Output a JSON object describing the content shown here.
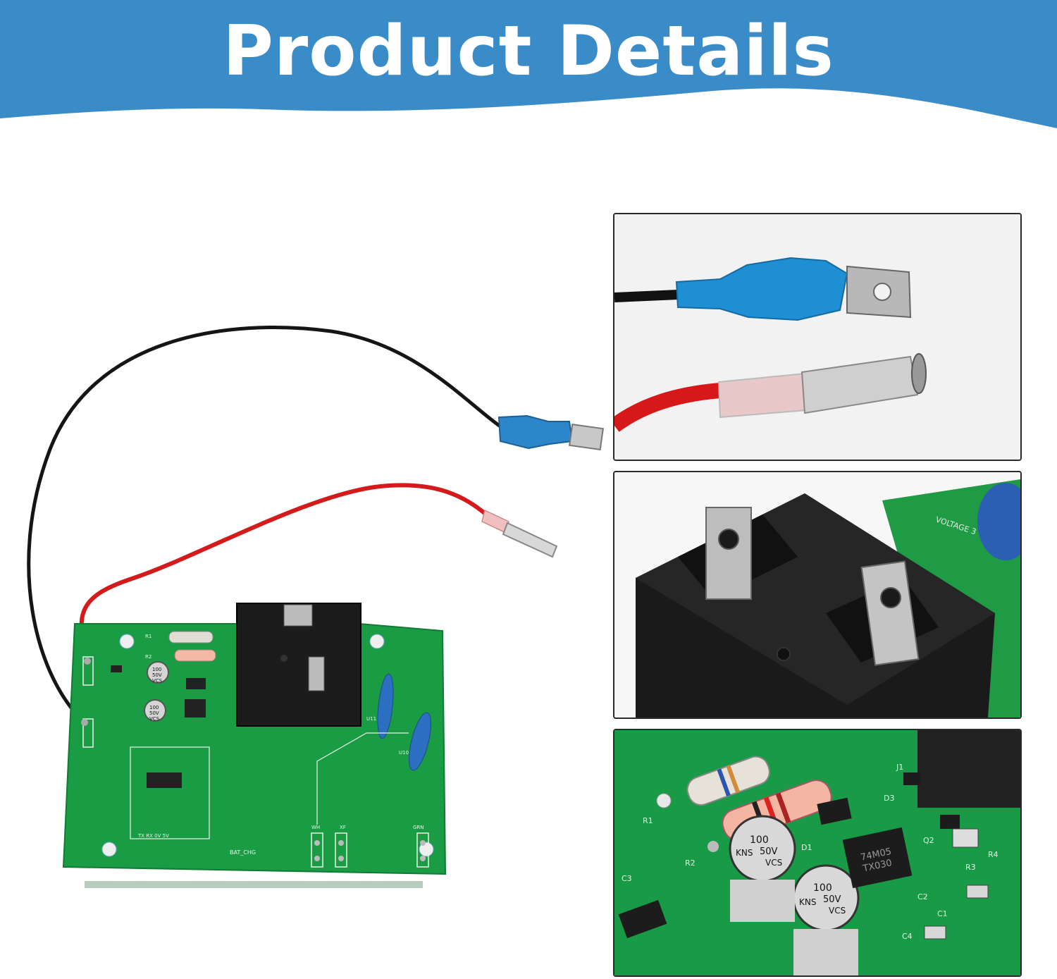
{
  "banner": {
    "title": "Product Details",
    "color": "#3a8cc8"
  },
  "images": {
    "main": "pcb-board-with-wires",
    "detail_1": "wire-terminals-closeup",
    "detail_2": "relay-terminals-closeup",
    "detail_3": "capacitor-resistor-closeup"
  },
  "main_labels": {
    "cap1": [
      "100",
      "50V",
      "VCS"
    ],
    "cap2": [
      "100",
      "50V",
      "VCS"
    ],
    "r1": "R1",
    "r2": "R2",
    "silk_bottom": "BAT_CHG",
    "silk_pins": "TX  RX  0V  5V",
    "j_wh": "WH",
    "j_xf": "XF",
    "j_grn": "GRN",
    "u11": "U11",
    "u10": "U10"
  },
  "detail3_labels": {
    "cap1": [
      "100",
      "50V",
      "VCS",
      "KNS"
    ],
    "cap2": [
      "100",
      "50V",
      "VCS",
      "KNS"
    ],
    "ic": [
      "74M05",
      "TX030"
    ],
    "r1": "R1",
    "r2": "R2",
    "d1": "D1",
    "d3": "D3",
    "j1": "J1",
    "c1": "C1",
    "c2": "C2",
    "c3": "C3",
    "c4": "C4",
    "r3": "R3",
    "r4": "R4",
    "q2": "Q2"
  },
  "detail2_labels": {
    "silk": "VOLTAGE 3"
  }
}
